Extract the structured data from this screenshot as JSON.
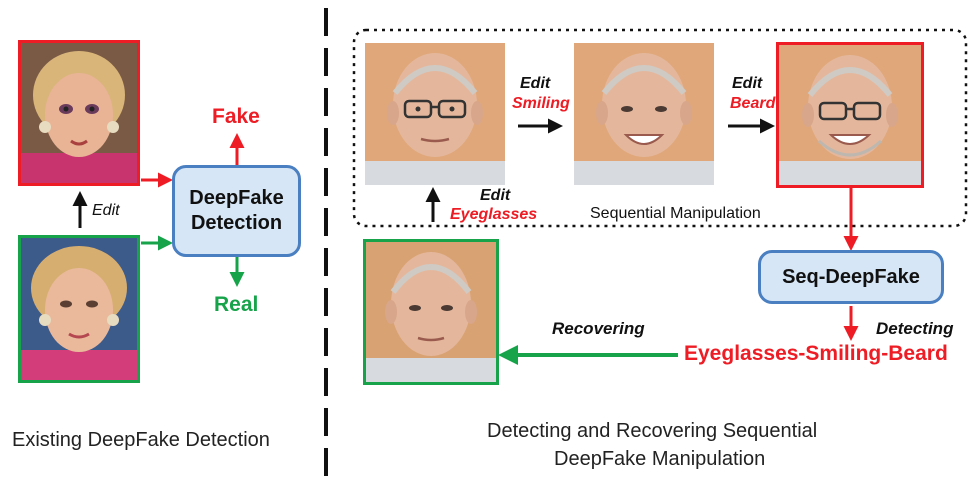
{
  "left_panel": {
    "fake_label": "Fake",
    "real_label": "Real",
    "edit_label": "Edit",
    "detector": {
      "line1": "DeepFake",
      "line2": "Detection"
    },
    "caption": "Existing DeepFake Detection"
  },
  "right_panel": {
    "steps": [
      {
        "edit": "Edit",
        "attribute": "Eyeglasses"
      },
      {
        "edit": "Edit",
        "attribute": "Smiling"
      },
      {
        "edit": "Edit",
        "attribute": "Beard"
      }
    ],
    "sequence_label": "Sequential Manipulation",
    "detector_label": "Seq-DeepFake",
    "detecting_label": "Detecting",
    "recovering_label": "Recovering",
    "result_sequence": "Eyeglasses-Smiling-Beard",
    "caption_line1": "Detecting and Recovering Sequential",
    "caption_line2": "DeepFake Manipulation"
  },
  "colors": {
    "fake_red": "#ee1c24",
    "real_green": "#16a34a",
    "box_fill": "#d6e6f6",
    "box_border": "#4a7fc1",
    "text_dark": "#111111",
    "divider": "#111111"
  },
  "icons": [
    "woman-face-fake",
    "woman-face-real",
    "man-face-original",
    "man-face-eyeglasses",
    "man-face-smiling",
    "man-face-beard",
    "man-face-recovered"
  ]
}
